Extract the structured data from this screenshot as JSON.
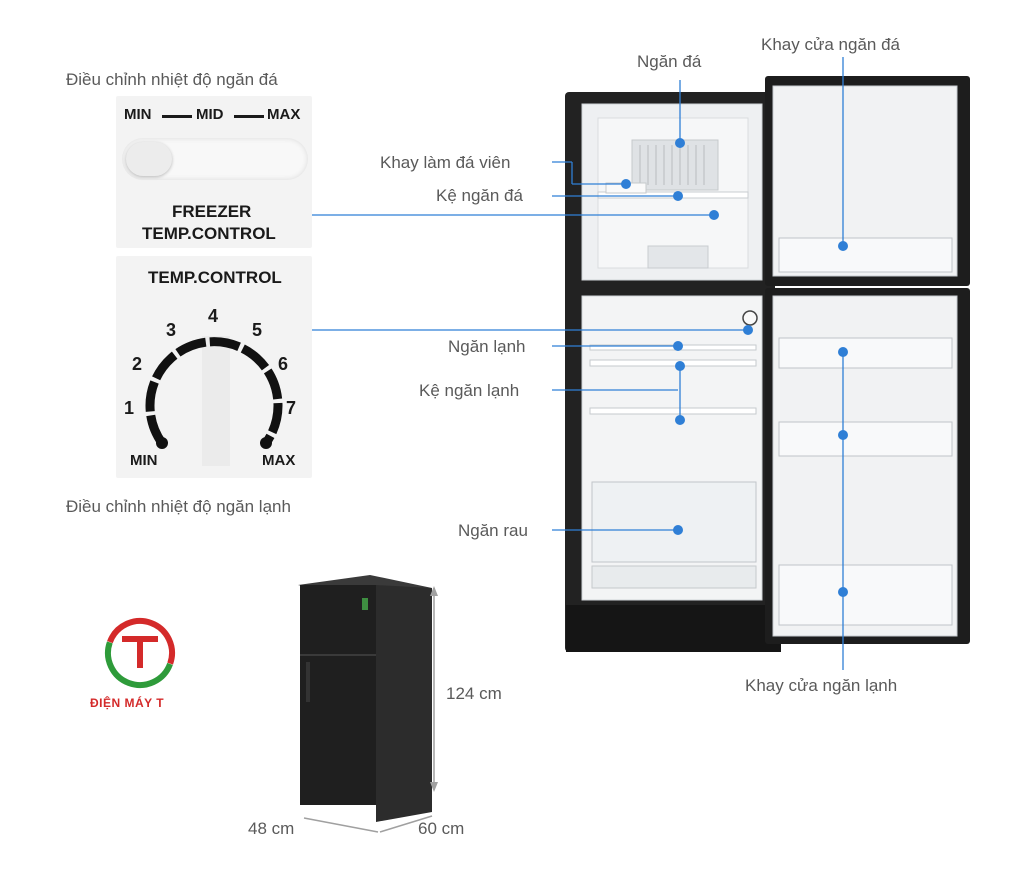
{
  "freezer_panel": {
    "caption": "Điều chỉnh nhiệt độ ngăn đá",
    "scale_min": "MIN",
    "scale_mid": "MID",
    "scale_max": "MAX",
    "line1": "FREEZER",
    "line2": "TEMP.CONTROL"
  },
  "fridge_panel": {
    "caption": "Điều chỉnh nhiệt độ ngăn lạnh",
    "title": "TEMP.CONTROL",
    "numbers": [
      "1",
      "2",
      "3",
      "4",
      "5",
      "6",
      "7"
    ],
    "min": "MIN",
    "max": "MAX"
  },
  "callouts": {
    "freezer": "Ngăn đá",
    "freezer_door_tray": "Khay cửa ngăn đá",
    "ice_tray": "Khay làm đá viên",
    "freezer_shelf": "Kệ ngăn đá",
    "fridge": "Ngăn lạnh",
    "fridge_shelf": "Kệ ngăn lạnh",
    "crisper": "Ngăn rau",
    "fridge_door_tray": "Khay cửa ngăn lạnh"
  },
  "dimensions": {
    "height": "124 cm",
    "width": "48 cm",
    "depth": "60 cm"
  },
  "brand": {
    "name": "ĐIỆN MÁY T",
    "logo_letter": "T"
  },
  "colors": {
    "callout_line": "#2f7fd6",
    "callout_dot": "#2f7fd6",
    "body_black": "#1e1e1e",
    "brand_red": "#d42a2a",
    "brand_green": "#2e9b3a"
  }
}
